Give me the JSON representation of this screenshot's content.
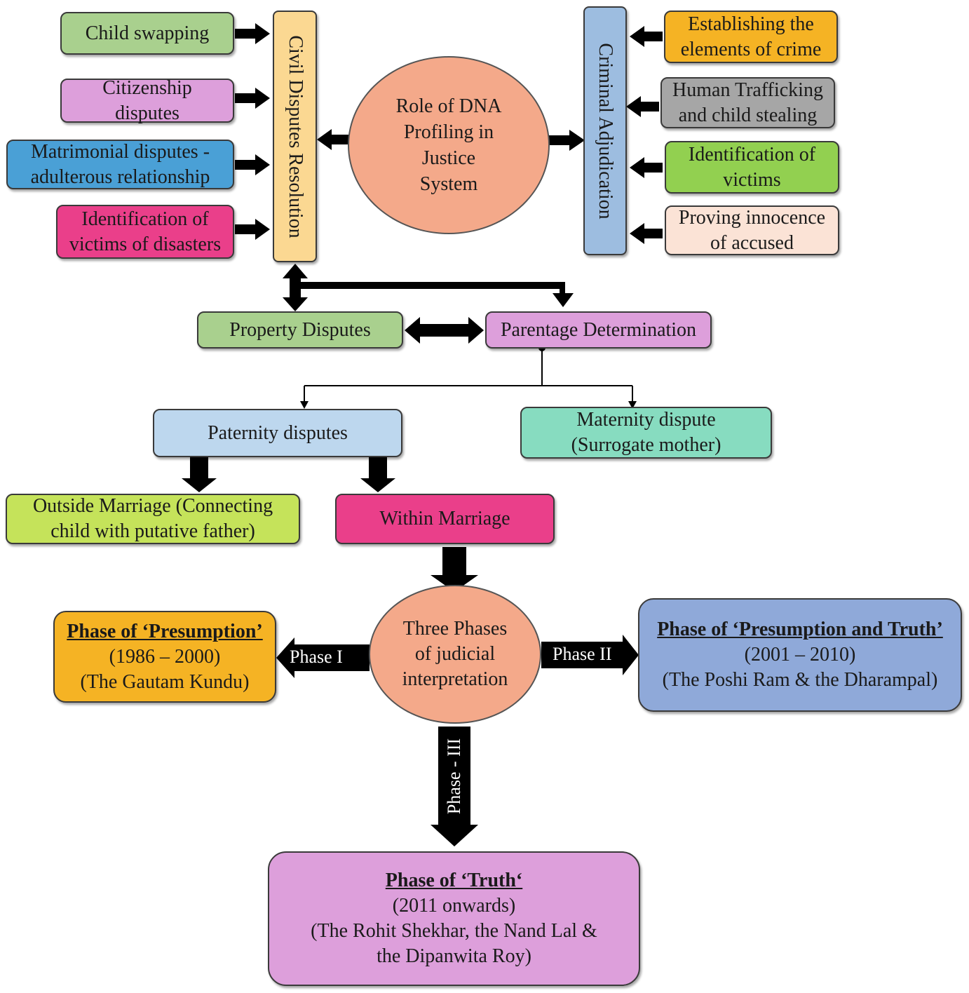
{
  "center": {
    "lines": [
      "Role of DNA",
      "Profiling in",
      "Justice",
      "System"
    ]
  },
  "civil_heading": "Civil Disputes Resolution",
  "criminal_heading": "Criminal Adjudication",
  "civil_items": [
    {
      "lines": [
        "Child swapping"
      ],
      "color": "#a9d08e"
    },
    {
      "lines": [
        "Citizenship",
        "disputes"
      ],
      "color": "#dd9fdb"
    },
    {
      "lines": [
        "Matrimonial disputes -",
        "adulterous relationship"
      ],
      "color": "#4aa0d6"
    },
    {
      "lines": [
        "Identification of",
        "victims of disasters"
      ],
      "color": "#ea3f8a"
    }
  ],
  "criminal_items": [
    {
      "lines": [
        "Establishing the",
        "elements of crime"
      ],
      "color": "#f5b324"
    },
    {
      "lines": [
        "Human Trafficking",
        "and child stealing"
      ],
      "color": "#a6a6a6"
    },
    {
      "lines": [
        "Identification of",
        "victims"
      ],
      "color": "#92d050"
    },
    {
      "lines": [
        "Proving innocence",
        "of accused"
      ],
      "color": "#fbe3d6"
    }
  ],
  "property_disputes": "Property Disputes",
  "parentage_determination": "Parentage Determination",
  "paternity_disputes": "Paternity disputes",
  "maternity": {
    "lines": [
      "Maternity dispute",
      "(Surrogate mother)"
    ]
  },
  "outside_marriage": {
    "lines": [
      "Outside Marriage (Connecting",
      "child with putative father)"
    ]
  },
  "within_marriage": "Within Marriage",
  "three_phases": {
    "lines": [
      "Three Phases",
      "of judicial",
      "interpretation"
    ]
  },
  "phase_labels": {
    "phase1": "Phase I",
    "phase2": "Phase II",
    "phase3": "Phase - III"
  },
  "phase1": {
    "title": "Phase of ‘Presumption’",
    "lines": [
      "(1986 – 2000)",
      "(The Gautam Kundu)"
    ]
  },
  "phase2": {
    "title": "Phase of ‘Presumption and Truth’",
    "lines": [
      "(2001 – 2010)",
      "(The Poshi Ram & the Dharampal)"
    ]
  },
  "phase3": {
    "title": "Phase of ‘Truth‘",
    "lines": [
      "(2011 onwards)",
      "(The Rohit Shekhar, the Nand Lal &",
      "the Dipanwita Roy)"
    ]
  },
  "colors": {
    "civil_heading_bg": "#fbd892",
    "criminal_heading_bg": "#9dbde0",
    "ellipse_bg": "#f4a98a",
    "property_bg": "#a9d08e",
    "parentage_bg": "#dd9fdb",
    "paternity_bg": "#bdd7ee",
    "maternity_bg": "#87dcc0",
    "outside_bg": "#c5e35a",
    "within_bg": "#ea3f8a",
    "phase1_bg": "#f5b324",
    "phase2_bg": "#8fa9d9",
    "phase3_bg": "#dd9fdb"
  }
}
